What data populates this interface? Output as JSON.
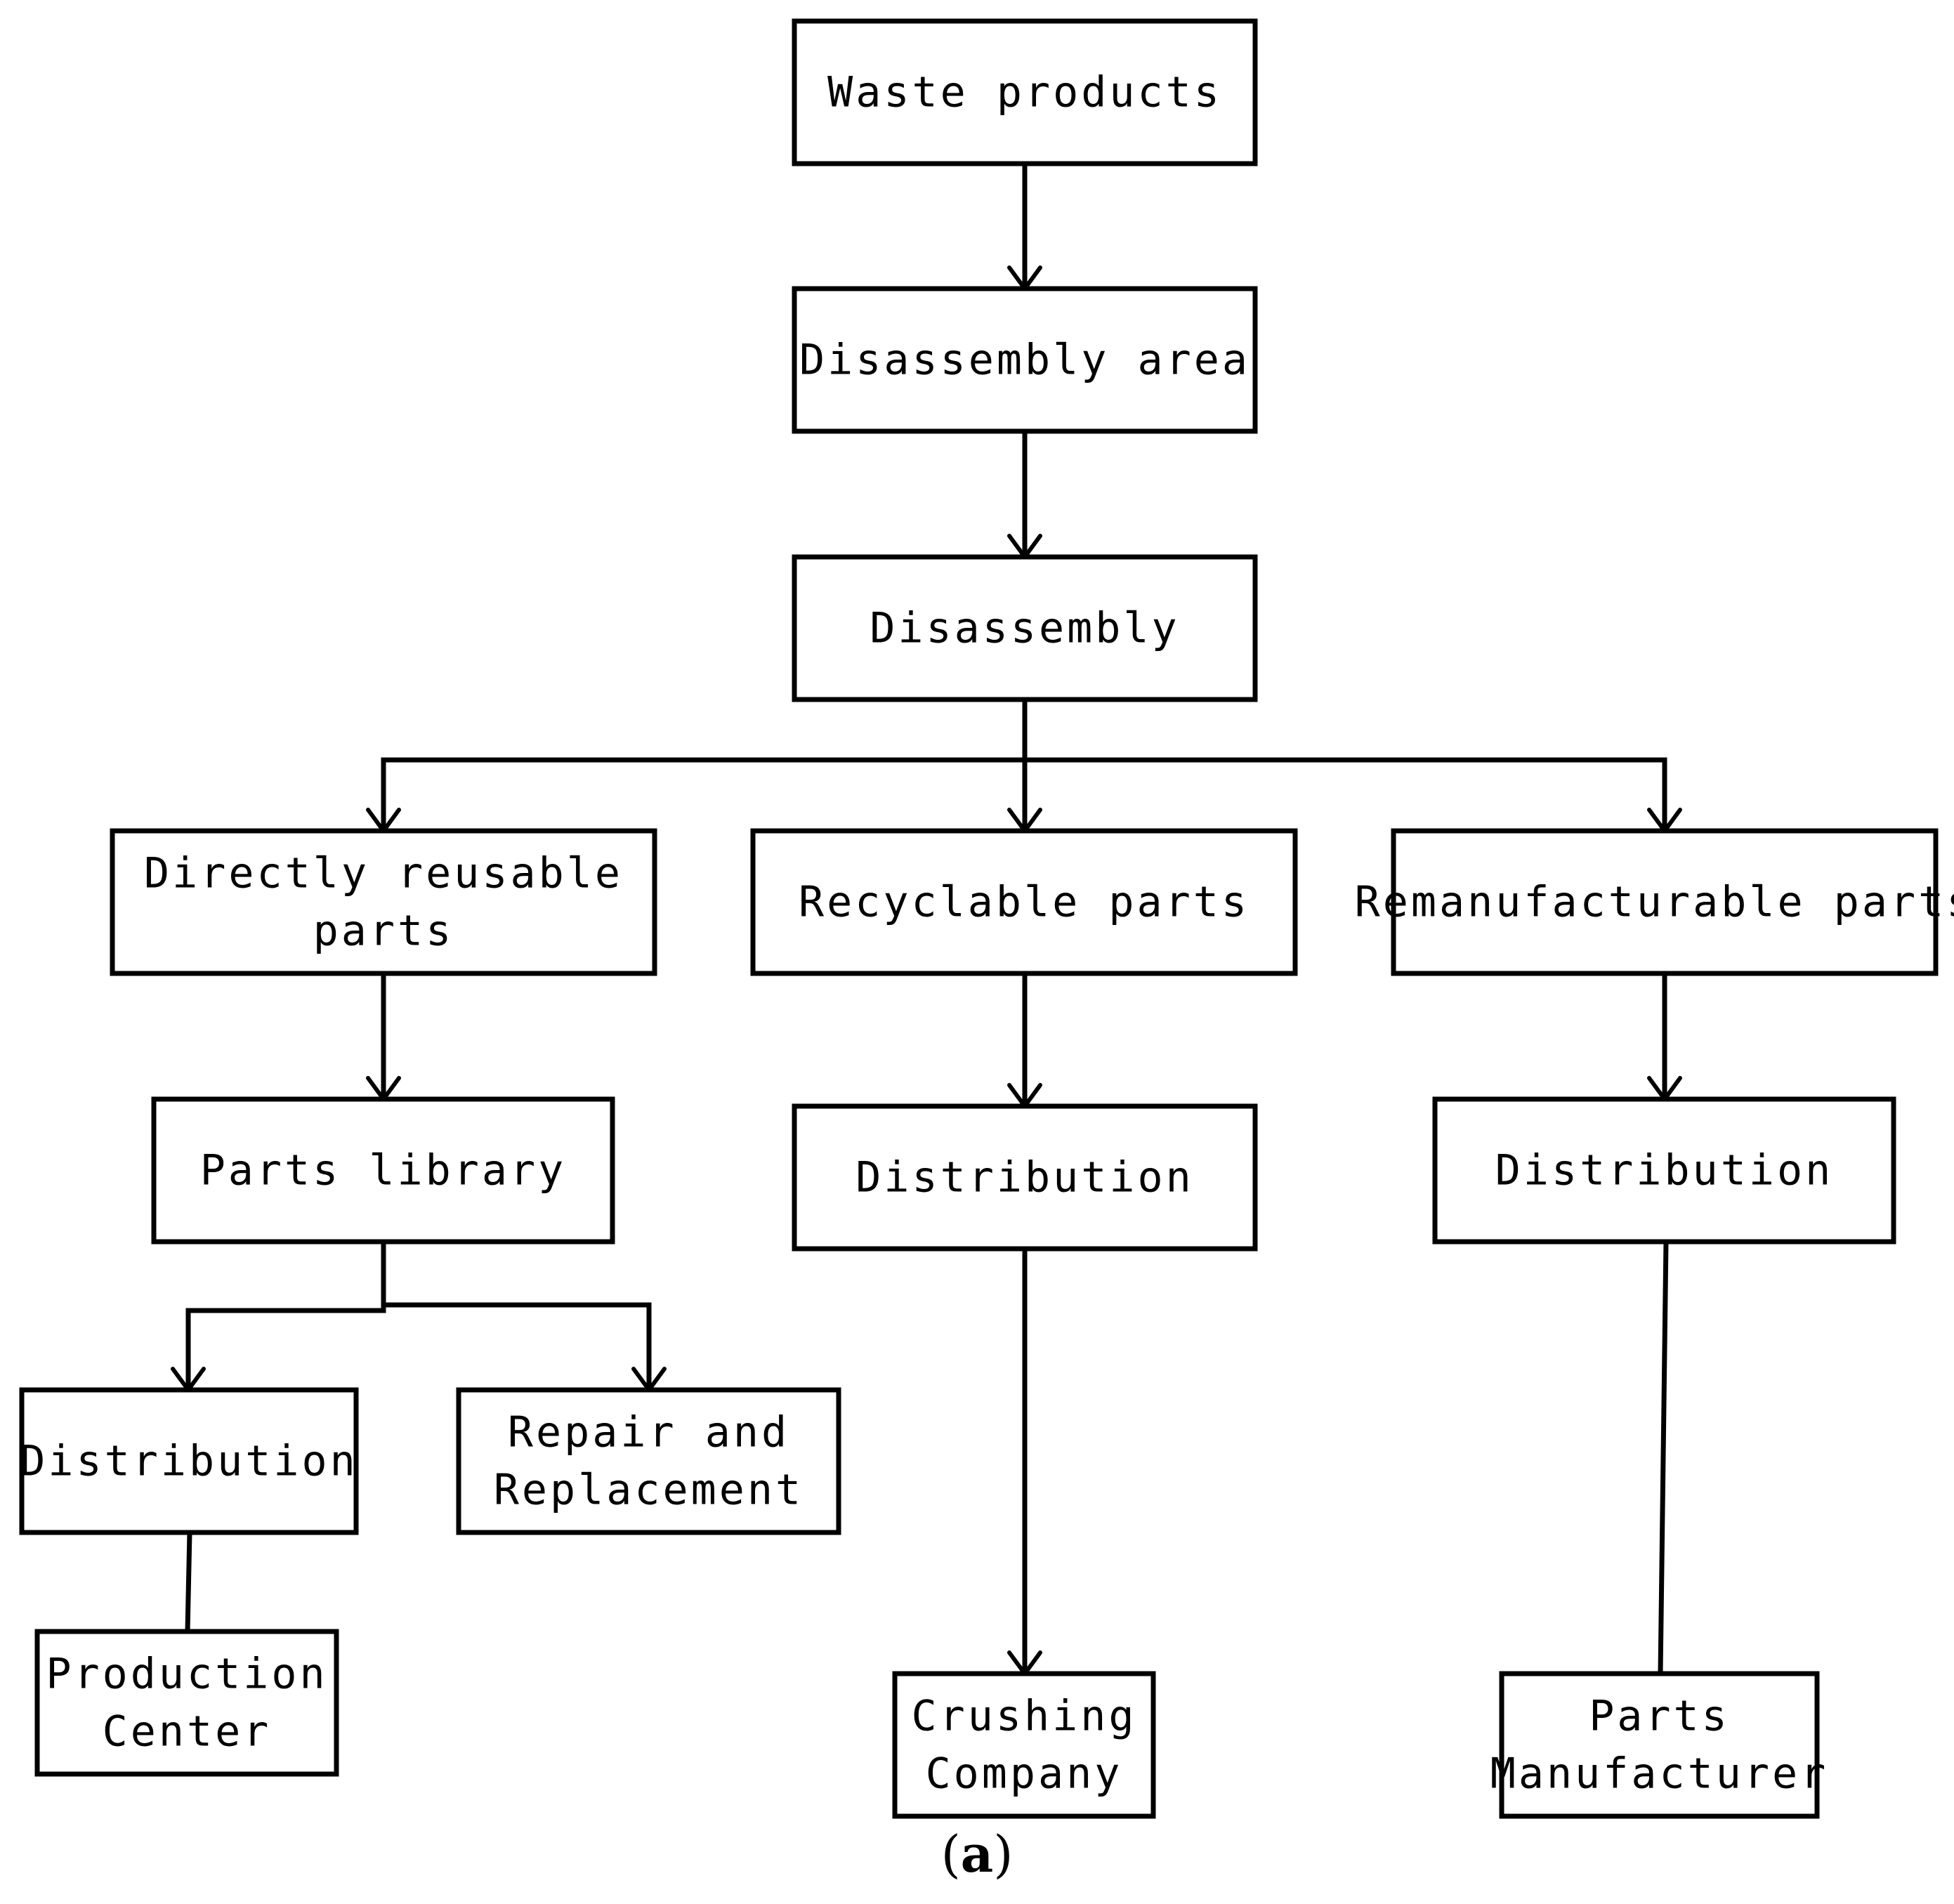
{
  "diagram": {
    "nodes": [
      {
        "id": "waste-products",
        "lines": [
          "Waste products"
        ]
      },
      {
        "id": "disassembly-area",
        "lines": [
          "Disassembly area"
        ]
      },
      {
        "id": "disassembly",
        "lines": [
          "Disassembly"
        ]
      },
      {
        "id": "directly-reusable-parts",
        "lines": [
          "Directly reusable",
          "parts"
        ]
      },
      {
        "id": "recyclable-parts",
        "lines": [
          "Recyclable parts"
        ]
      },
      {
        "id": "remanufacturable-parts",
        "lines": [
          "Remanufacturable parts"
        ]
      },
      {
        "id": "parts-library",
        "lines": [
          "Parts library"
        ]
      },
      {
        "id": "distribution-recyclable",
        "lines": [
          "Distribution"
        ]
      },
      {
        "id": "distribution-remanufacturable",
        "lines": [
          "Distribution"
        ]
      },
      {
        "id": "distribution-reusable",
        "lines": [
          "Distribution"
        ]
      },
      {
        "id": "repair-and-replacement",
        "lines": [
          "Repair and",
          "Replacement"
        ]
      },
      {
        "id": "production-center",
        "lines": [
          "Production",
          "Center"
        ]
      },
      {
        "id": "crushing-company",
        "lines": [
          "Crushing",
          "Company"
        ]
      },
      {
        "id": "parts-manufacturer",
        "lines": [
          "Parts",
          "Manufacturer"
        ]
      }
    ],
    "edges": [
      {
        "from": "waste-products",
        "to": "disassembly-area",
        "arrow": true
      },
      {
        "from": "disassembly-area",
        "to": "disassembly",
        "arrow": true
      },
      {
        "from": "disassembly",
        "to": "directly-reusable-parts",
        "arrow": true
      },
      {
        "from": "disassembly",
        "to": "recyclable-parts",
        "arrow": true
      },
      {
        "from": "disassembly",
        "to": "remanufacturable-parts",
        "arrow": true
      },
      {
        "from": "directly-reusable-parts",
        "to": "parts-library",
        "arrow": true
      },
      {
        "from": "recyclable-parts",
        "to": "distribution-recyclable",
        "arrow": true
      },
      {
        "from": "remanufacturable-parts",
        "to": "distribution-remanufacturable",
        "arrow": true
      },
      {
        "from": "parts-library",
        "to": "distribution-reusable",
        "arrow": true
      },
      {
        "from": "parts-library",
        "to": "repair-and-replacement",
        "arrow": true
      },
      {
        "from": "distribution-reusable",
        "to": "production-center",
        "arrow": false
      },
      {
        "from": "distribution-recyclable",
        "to": "crushing-company",
        "arrow": true
      },
      {
        "from": "distribution-remanufacturable",
        "to": "parts-manufacturer",
        "arrow": false
      }
    ],
    "caption": {
      "open": "(",
      "letter": "a",
      "close": ")"
    }
  }
}
